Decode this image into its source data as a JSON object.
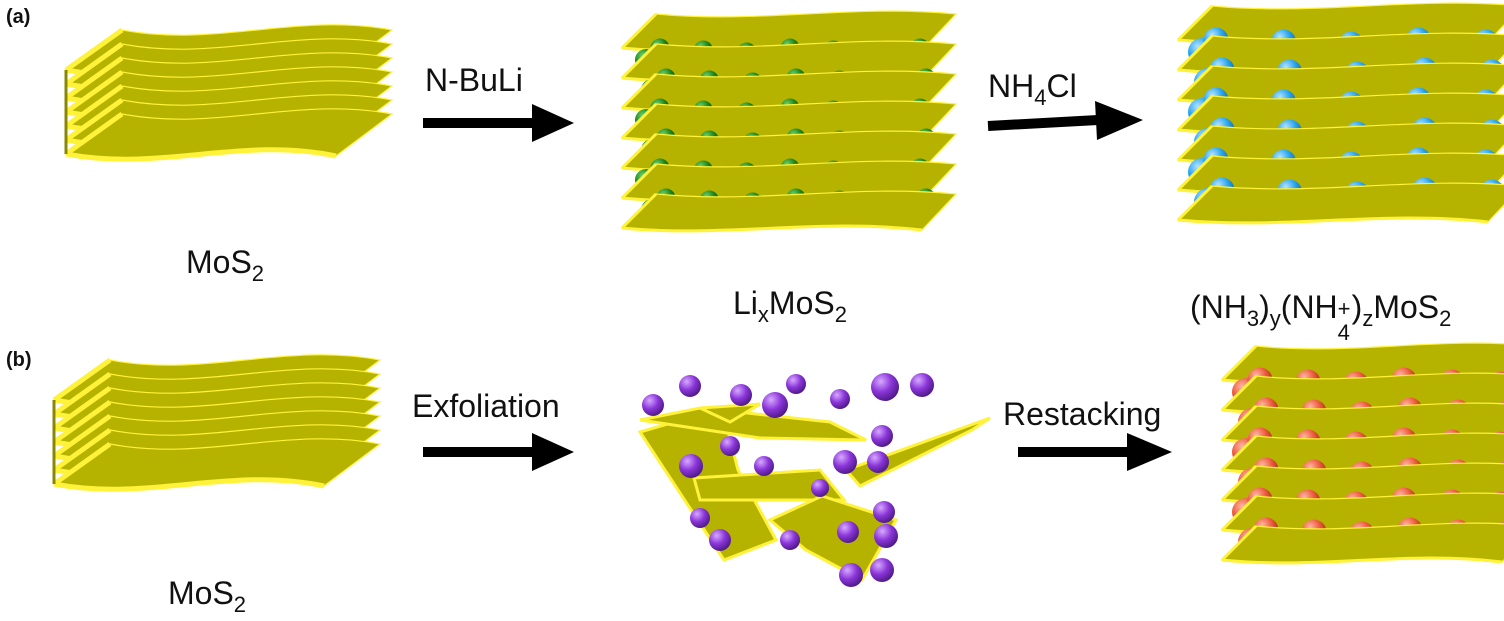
{
  "panels": {
    "a": {
      "label": "(a)",
      "start": {
        "text": "MoS",
        "sub": "2"
      },
      "step1": {
        "text": "N-BuLi"
      },
      "middle": {
        "pre": "Li",
        "sub1": "x",
        "mid": "MoS",
        "sub2": "2"
      },
      "step2": {
        "pre": "NH",
        "sub": "4",
        "post": "Cl"
      },
      "end": {
        "p1": "(NH",
        "s1": "3",
        "p2": ")",
        "s2": "y",
        "p3": "(NH",
        "sup3": "+",
        "s3": "4",
        "p4": ")",
        "s4": "z",
        "p5": "MoS",
        "s5": "2"
      }
    },
    "b": {
      "label": "(b)",
      "start": {
        "text": "MoS",
        "sub": "2"
      },
      "step1": {
        "text": "Exfoliation"
      },
      "step2": {
        "text": "Restacking"
      }
    }
  },
  "colors": {
    "layer_fill": "#b6b300",
    "layer_edge": "#fff23a",
    "li_atom": "#1f8a1f",
    "nh_atom": "#2aa5ee",
    "exfoliated_atom": "#8a35d8",
    "restacked_atom": "#ec5a3c",
    "arrow": "#000000"
  }
}
